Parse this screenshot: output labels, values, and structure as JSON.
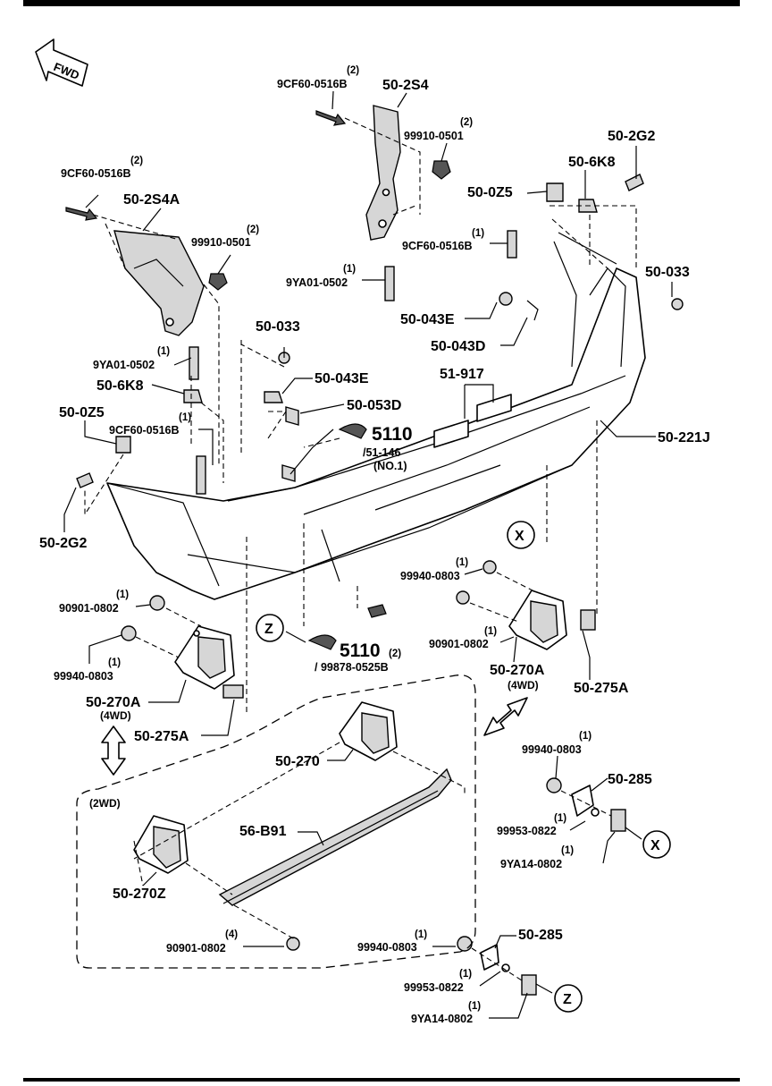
{
  "fwd_label": "FWD",
  "wd4_label": "(4WD)",
  "wd2_label": "(2WD)",
  "ref_x": "X",
  "ref_z": "Z",
  "labels": {
    "q_9cf_top": "(2)",
    "p_9cf_top": "9CF60-0516B",
    "c_2s4": "50-2S4",
    "q_99910_r": "(2)",
    "p_99910_r": "99910-0501",
    "c_2g2_r": "50-2G2",
    "c_6k8_r": "50-6K8",
    "c_0z5_r": "50-0Z5",
    "q_9cf_r": "(1)",
    "p_9cf_r": "9CF60-0516B",
    "c_033_r": "50-033",
    "q_9ya_top": "(1)",
    "p_9ya_top": "9YA01-0502",
    "c_043e_r": "50-043E",
    "c_043d": "50-043D",
    "q_9cf_l": "(2)",
    "p_9cf_l": "9CF60-0516B",
    "c_2s4a": "50-2S4A",
    "q_99910_l": "(2)",
    "p_99910_l": "99910-0501",
    "q_9ya_l": "(1)",
    "p_9ya_l": "9YA01-0502",
    "c_033_l": "50-033",
    "c_6k8_l": "50-6K8",
    "c_043e_l": "50-043E",
    "c_053d": "50-053D",
    "c_917": "51-917",
    "c_0z5_l": "50-0Z5",
    "q_9cf_l2": "(1)",
    "p_9cf_l2": "9CF60-0516B",
    "c_5110_a": "5110",
    "c_51146": "/51-146",
    "c_no1": "(NO.1)",
    "c_221j": "50-221J",
    "c_2g2_l": "50-2G2",
    "q_99940_mid": "(1)",
    "p_99940_mid": "99940-0803",
    "q_90901_l": "(1)",
    "p_90901_l": "90901-0802",
    "q_99940_l": "(1)",
    "p_99940_l": "99940-0803",
    "c_270a_l": "50-270A",
    "c_5110_b": "5110",
    "q_5110_b": "(2)",
    "p_99878": "/ 99878-0525B",
    "q_90901_r": "(1)",
    "p_90901_r": "90901-0802",
    "c_270a_r": "50-270A",
    "c_275a_r": "50-275A",
    "c_275a_l": "50-275A",
    "c_270": "50-270",
    "q_99940_r": "(1)",
    "p_99940_r": "99940-0803",
    "c_285_r": "50-285",
    "c_b91": "56-B91",
    "q_99953_r": "(1)",
    "p_99953_r": "99953-0822",
    "q_9ya14_r": "(1)",
    "p_9ya14_r": "9YA14-0802",
    "c_270z": "50-270Z",
    "q_90901_b": "(4)",
    "p_90901_b": "90901-0802",
    "q_99940_b": "(1)",
    "p_99940_b": "99940-0803",
    "c_285_b": "50-285",
    "q_99953_b": "(1)",
    "p_99953_b": "99953-0822",
    "q_9ya14_b": "(1)",
    "p_9ya14_b": "9YA14-0802"
  }
}
